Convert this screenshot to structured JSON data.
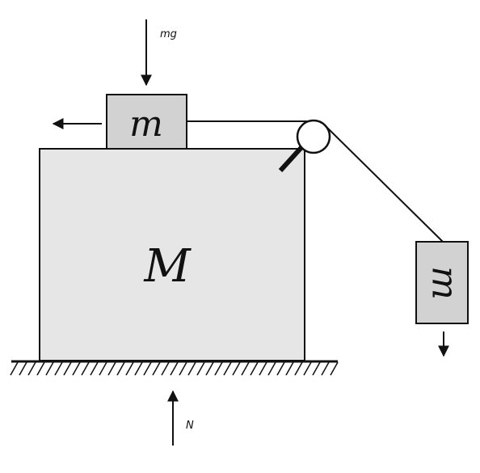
{
  "diagram": {
    "labels": {
      "big_block": "M",
      "top_block": "m",
      "hanging_block": "m",
      "top_force": "mg",
      "normal_force": "N"
    },
    "colors": {
      "block_fill": "#e6e6e6",
      "small_block_fill": "#d2d2d2",
      "stroke": "#111111",
      "background": "#ffffff"
    }
  }
}
